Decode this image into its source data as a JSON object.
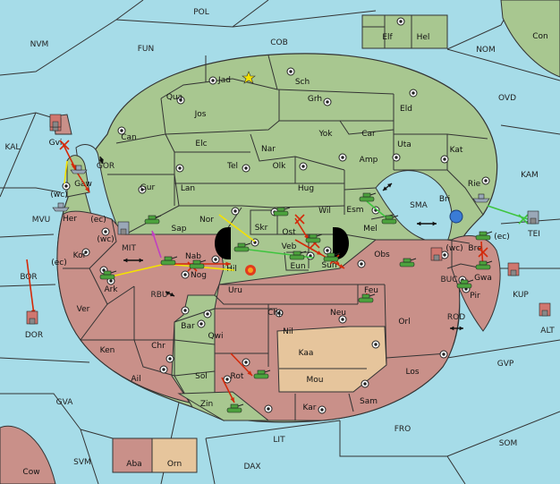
{
  "colors": {
    "sea": "#a6dce8",
    "green": "#a8c790",
    "red": "#c99089",
    "tan": "#e6c59c",
    "ocean_edge": "#7fb7c9",
    "line": "#333333",
    "order_move": "#d42a0a",
    "order_support": "#f4e200",
    "order_convoy": "#c040c0",
    "order_hold_green": "#3ec43e",
    "arrow_black": "#111111"
  },
  "seas": [
    "POL",
    "NVM",
    "FUN",
    "COB",
    "NOM",
    "OVD",
    "KAL",
    "KAM",
    "GOR",
    "MVU",
    "SMA",
    "MIT",
    "TEI",
    "BOR",
    "BUC",
    "RBU",
    "KUP",
    "ALT",
    "ROD",
    "DOR",
    "GVP",
    "GVA",
    "LIT",
    "FRO",
    "SOM",
    "SVM",
    "DAX"
  ],
  "provinces": {
    "green": [
      "Jad",
      "Sch",
      "Qua",
      "Grh",
      "Jos",
      "Eld",
      "Can",
      "Yok",
      "Car",
      "Elc",
      "Nar",
      "Uta",
      "Kat",
      "Tel",
      "Olk",
      "Amp",
      "Gur",
      "Lan",
      "Hug",
      "Rie",
      "Bri",
      "Nor",
      "Esm",
      "Skr",
      "Wil",
      "Mel",
      "Sap",
      "Veb",
      "Ost",
      "Eun",
      "Bar",
      "Qwi",
      "Sol",
      "Zin"
    ],
    "red": [
      "Her",
      "Kor",
      "Ark",
      "Nab",
      "Nog",
      "Hil",
      "Sun",
      "Obs",
      "Uru",
      "Feu",
      "Chp",
      "Neu",
      "Nil",
      "Orl",
      "Ver",
      "Chr",
      "Ken",
      "Ail",
      "Rot",
      "Los",
      "Kar",
      "Sam",
      "Gaw",
      "Gvi",
      "Bre",
      "Gwa",
      "Pir",
      "Cow",
      "Aba"
    ],
    "tan": [
      "Kaa",
      "Mou",
      "Orn"
    ],
    "island": [
      "Elf",
      "Hel",
      "Con"
    ]
  },
  "coast_tags": [
    "(wc)",
    "(ec)",
    "(wc)",
    "(ec)",
    "(wc)",
    "(ec)"
  ],
  "icon_names": [
    "army-icon",
    "fleet-icon",
    "supply-center-icon",
    "star-icon",
    "explosion-icon",
    "bridge-icon"
  ]
}
